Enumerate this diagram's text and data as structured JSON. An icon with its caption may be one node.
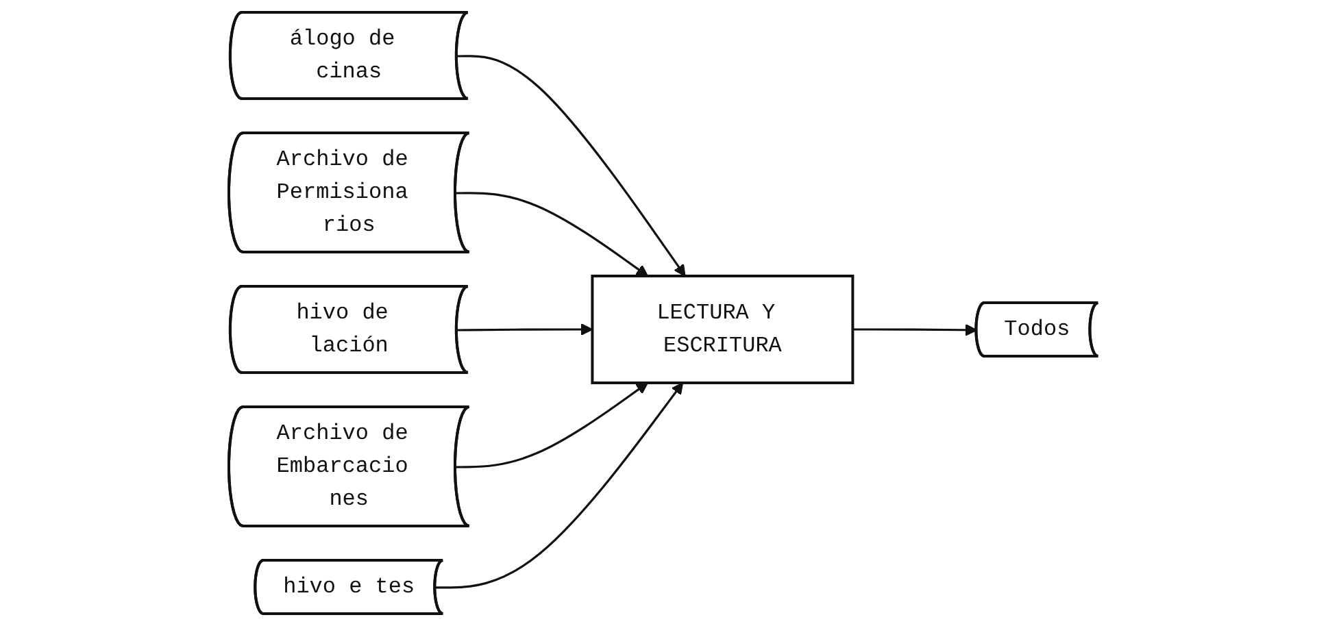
{
  "diagram": {
    "nodes": [
      {
        "text": [
          "álogo de cinas"
        ]
      },
      {
        "text": [
          "Archivo de Permisiona rios"
        ]
      },
      {
        "text": [
          "hivo de lación"
        ]
      },
      {
        "text": [
          "Archivo de Embarcacio nes"
        ]
      },
      {
        "text": [
          "hivo e tes"
        ]
      },
      {
        "text": [
          "LECTURA Y ESCRITURA"
        ]
      },
      {
        "text": [
          "Todos"
        ]
      }
    ],
    "edges": [
      {
        "from": 0,
        "to": 5,
        "arrow": "to"
      },
      {
        "from": 1,
        "to": 5,
        "arrow": "to"
      },
      {
        "from": 2,
        "to": 5,
        "arrow": "to"
      },
      {
        "from": 3,
        "to": 5,
        "arrow": "to"
      },
      {
        "from": 4,
        "to": 5,
        "arrow": "to"
      },
      {
        "from": 5,
        "to": 6,
        "arrow": "to"
      }
    ]
  }
}
